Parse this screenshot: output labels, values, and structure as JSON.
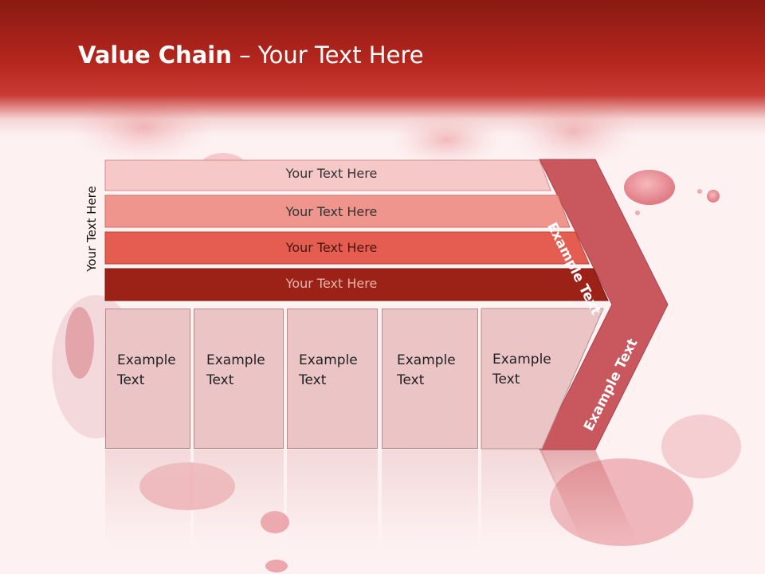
{
  "title": {
    "bold": "Value Chain",
    "rest": " – Your Text Here"
  },
  "side_label": "Your Text Here",
  "bars": [
    {
      "label": "Your Text Here",
      "color": "#f6c9c8"
    },
    {
      "label": "Your Text Here",
      "color": "#ef958d"
    },
    {
      "label": "Your Text Here",
      "color": "#e45d50"
    },
    {
      "label": "Your Text Here",
      "color": "#9c2218"
    }
  ],
  "cells": [
    {
      "label": "Example\nText"
    },
    {
      "label": "Example\nText"
    },
    {
      "label": "Example\nText"
    },
    {
      "label": "Example\nText"
    },
    {
      "label": "Example\nText"
    }
  ],
  "chevron": {
    "top_label": "Example Text",
    "bottom_label": "Example Text",
    "color": "#c8585e"
  }
}
